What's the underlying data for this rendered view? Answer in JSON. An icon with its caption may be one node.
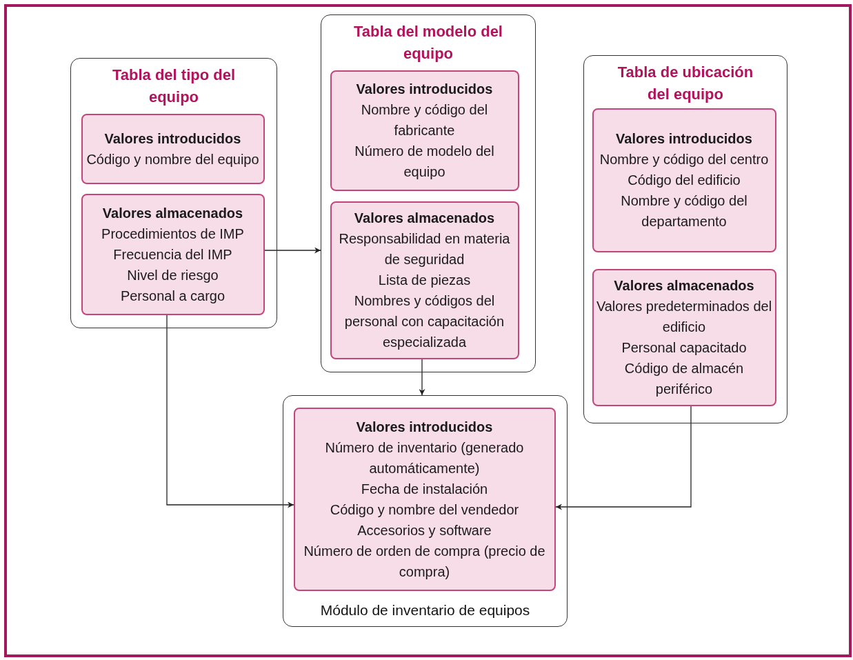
{
  "diagram": {
    "nodes": [
      {
        "text": [
          "Tabla del tipo del equipo"
        ]
      },
      {
        "text": [
          "Valores introducidos",
          "Código y nombre del equipo"
        ],
        "in": 0
      },
      {
        "text": [
          "Valores almacenados",
          "Procedimientos de IMP",
          "Frecuencia del IMP",
          "Nivel de riesgo",
          "Personal a cargo"
        ],
        "in": 0
      },
      {
        "text": [
          "Tabla del modelo del equipo"
        ]
      },
      {
        "text": [
          "Valores introducidos",
          "Nombre y código del fabricante",
          "Número de modelo del equipo"
        ],
        "in": 3
      },
      {
        "text": [
          "Valores almacenados",
          "Responsabilidad en materia de seguridad",
          "Lista de piezas",
          "Nombres y códigos del personal con capacitación especializada"
        ],
        "in": 3
      },
      {
        "text": [
          "Tabla de ubicación del equipo"
        ]
      },
      {
        "text": [
          "Valores introducidos",
          "Nombre y código del centro",
          "Código del edificio",
          "Nombre y código del departamento"
        ],
        "in": 6
      },
      {
        "text": [
          "Valores almacenados",
          "Valores predeterminados del edificio",
          "Personal capacitado",
          "Código de almacén periférico"
        ],
        "in": 6
      },
      {
        "text": [
          "Módulo de inventario de equipos"
        ]
      },
      {
        "text": [
          "Valores introducidos",
          "Número de inventario (generado automáticamente)",
          "Fecha de instalación",
          "Código y nombre del vendedor",
          "Accesorios y software",
          "Número de orden de compra (precio de compra)"
        ],
        "in": 9
      }
    ],
    "edges": [
      {
        "from": 2,
        "to": 3,
        "arrow": "to"
      },
      {
        "from": 5,
        "to": 9,
        "arrow": "to"
      },
      {
        "from": 2,
        "to": 10,
        "arrow": "to"
      },
      {
        "from": 8,
        "to": 10,
        "arrow": "to"
      }
    ]
  }
}
